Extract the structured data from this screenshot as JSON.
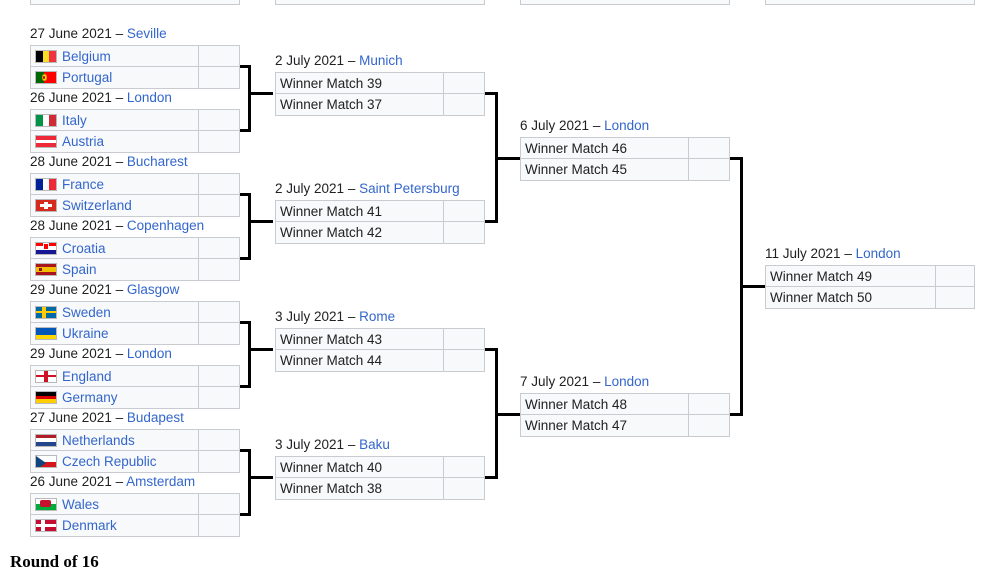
{
  "page": {
    "section_heading": "Round of 16"
  },
  "colors": {
    "link": "#3366cc",
    "text": "#202122",
    "cell_bg": "#f8f9fa",
    "cell_border": "#c8ccd1",
    "connector": "#000000"
  },
  "partial_boxes": [
    {
      "name": "partial-box-1"
    },
    {
      "name": "partial-box-2"
    },
    {
      "name": "partial-box-3"
    },
    {
      "name": "partial-box-4"
    }
  ],
  "round_of_16": [
    {
      "date": "27 June 2021",
      "dash": "–",
      "venue": "Seville",
      "teams": [
        {
          "name": "Belgium",
          "flag": "belgium",
          "score": ""
        },
        {
          "name": "Portugal",
          "flag": "portugal",
          "score": ""
        }
      ]
    },
    {
      "date": "26 June 2021",
      "dash": "–",
      "venue": "London",
      "teams": [
        {
          "name": "Italy",
          "flag": "italy",
          "score": ""
        },
        {
          "name": "Austria",
          "flag": "austria",
          "score": ""
        }
      ]
    },
    {
      "date": "28 June 2021",
      "dash": "–",
      "venue": "Bucharest",
      "teams": [
        {
          "name": "France",
          "flag": "france",
          "score": ""
        },
        {
          "name": "Switzerland",
          "flag": "switzerland",
          "score": ""
        }
      ]
    },
    {
      "date": "28 June 2021",
      "dash": "–",
      "venue": "Copenhagen",
      "teams": [
        {
          "name": "Croatia",
          "flag": "croatia",
          "score": ""
        },
        {
          "name": "Spain",
          "flag": "spain",
          "score": ""
        }
      ]
    },
    {
      "date": "29 June 2021",
      "dash": "–",
      "venue": "Glasgow",
      "teams": [
        {
          "name": "Sweden",
          "flag": "sweden",
          "score": ""
        },
        {
          "name": "Ukraine",
          "flag": "ukraine",
          "score": ""
        }
      ]
    },
    {
      "date": "29 June 2021",
      "dash": "–",
      "venue": "London",
      "teams": [
        {
          "name": "England",
          "flag": "england",
          "score": ""
        },
        {
          "name": "Germany",
          "flag": "germany",
          "score": ""
        }
      ]
    },
    {
      "date": "27 June 2021",
      "dash": "–",
      "venue": "Budapest",
      "teams": [
        {
          "name": "Netherlands",
          "flag": "netherlands",
          "score": ""
        },
        {
          "name": "Czech Republic",
          "flag": "czech-republic",
          "score": ""
        }
      ]
    },
    {
      "date": "26 June 2021",
      "dash": "–",
      "venue": "Amsterdam",
      "teams": [
        {
          "name": "Wales",
          "flag": "wales",
          "score": ""
        },
        {
          "name": "Denmark",
          "flag": "denmark",
          "score": ""
        }
      ]
    }
  ],
  "quarter_finals": [
    {
      "date": "2 July 2021",
      "dash": "–",
      "venue": "Munich",
      "teams": [
        {
          "name": "Winner Match 39",
          "score": ""
        },
        {
          "name": "Winner Match 37",
          "score": ""
        }
      ]
    },
    {
      "date": "2 July 2021",
      "dash": "–",
      "venue": "Saint Petersburg",
      "teams": [
        {
          "name": "Winner Match 41",
          "score": ""
        },
        {
          "name": "Winner Match 42",
          "score": ""
        }
      ]
    },
    {
      "date": "3 July 2021",
      "dash": "–",
      "venue": "Rome",
      "teams": [
        {
          "name": "Winner Match 43",
          "score": ""
        },
        {
          "name": "Winner Match 44",
          "score": ""
        }
      ]
    },
    {
      "date": "3 July 2021",
      "dash": "–",
      "venue": "Baku",
      "teams": [
        {
          "name": "Winner Match 40",
          "score": ""
        },
        {
          "name": "Winner Match 38",
          "score": ""
        }
      ]
    }
  ],
  "semi_finals": [
    {
      "date": "6 July 2021",
      "dash": "–",
      "venue": "London",
      "teams": [
        {
          "name": "Winner Match 46",
          "score": ""
        },
        {
          "name": "Winner Match 45",
          "score": ""
        }
      ]
    },
    {
      "date": "7 July 2021",
      "dash": "–",
      "venue": "London",
      "teams": [
        {
          "name": "Winner Match 48",
          "score": ""
        },
        {
          "name": "Winner Match 47",
          "score": ""
        }
      ]
    }
  ],
  "final": [
    {
      "date": "11 July 2021",
      "dash": "–",
      "venue": "London",
      "teams": [
        {
          "name": "Winner Match 49",
          "score": ""
        },
        {
          "name": "Winner Match 50",
          "score": ""
        }
      ]
    }
  ]
}
